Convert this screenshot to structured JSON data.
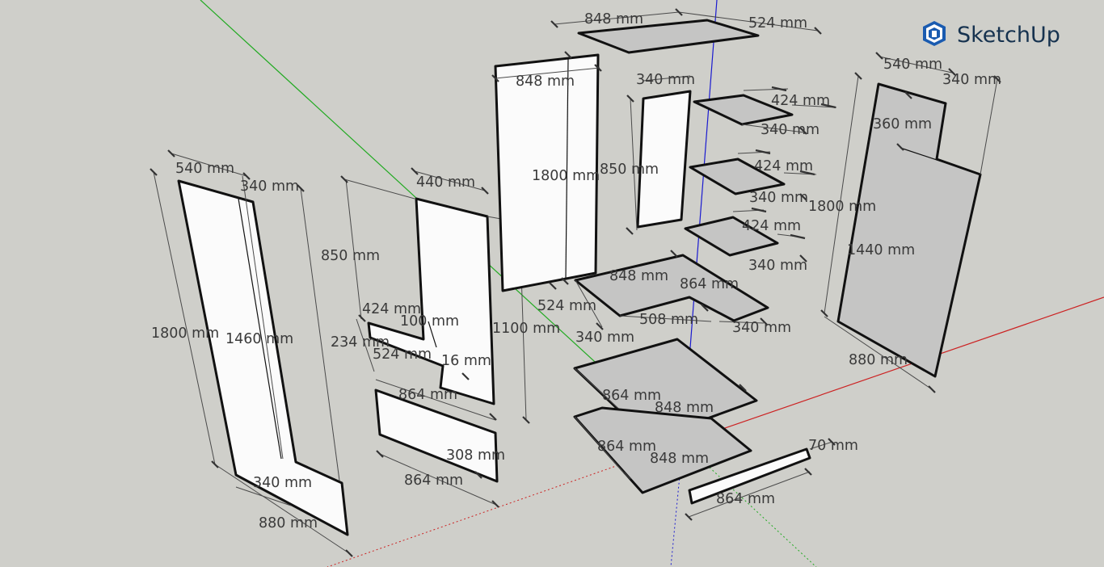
{
  "app": {
    "brand_name": "SketchUp",
    "brand_color": "#16324f",
    "background_color": "#cfcfca"
  },
  "axes_colors": {
    "red_axis": "#cc2222",
    "green_axis": "#22aa22",
    "blue_axis": "#1a1ad0"
  },
  "dimensions": {
    "left_side_depth": "540 mm",
    "left_side_top_inner": "340 mm",
    "left_side_height": "1800 mm",
    "left_side_inner_height": "1460 mm",
    "left_side_bottom_inner": "340 mm",
    "left_side_bottom_depth": "880 mm",
    "mid_side_depth": "440 mm",
    "mid_side_height": "850 mm",
    "mid_side_step_depth": "424 mm",
    "mid_side_step_height": "100 mm",
    "mid_side_notch_height": "234 mm",
    "mid_side_notch_depth": "524 mm",
    "mid_side_thickness": "16 mm",
    "mid_side_lower_height": "1100 mm",
    "kick_length": "864 mm",
    "kick_height": "308 mm",
    "kick_length_bottom": "864 mm",
    "back_width": "848 mm",
    "back_height": "1800 mm",
    "top_width": "848 mm",
    "top_depth": "524 mm",
    "door_width": "340 mm",
    "door_height": "850 mm",
    "shelf1_width": "424 mm",
    "shelf1_depth": "340 mm",
    "shelf2_width": "424 mm",
    "shelf2_depth": "340 mm",
    "shelf3_width": "424 mm",
    "shelf3_depth": "340 mm",
    "l_shelf_width": "848 mm",
    "l_shelf_depth": "864 mm",
    "l_shelf_front": "524 mm",
    "l_shelf_inner": "508 mm",
    "l_shelf_left_depth": "340 mm",
    "l_shelf_right_depth": "340 mm",
    "base1_depth": "864 mm",
    "base1_width": "848 mm",
    "base2_depth": "864 mm",
    "base2_width": "848 mm",
    "plinth_height": "70 mm",
    "plinth_length": "864 mm",
    "right_side_depth": "540 mm",
    "right_side_top_inner": "340 mm",
    "right_side_notch": "360 mm",
    "right_side_height": "1800 mm",
    "right_side_inner_height": "1440 mm",
    "right_side_bottom_depth": "880 mm"
  }
}
